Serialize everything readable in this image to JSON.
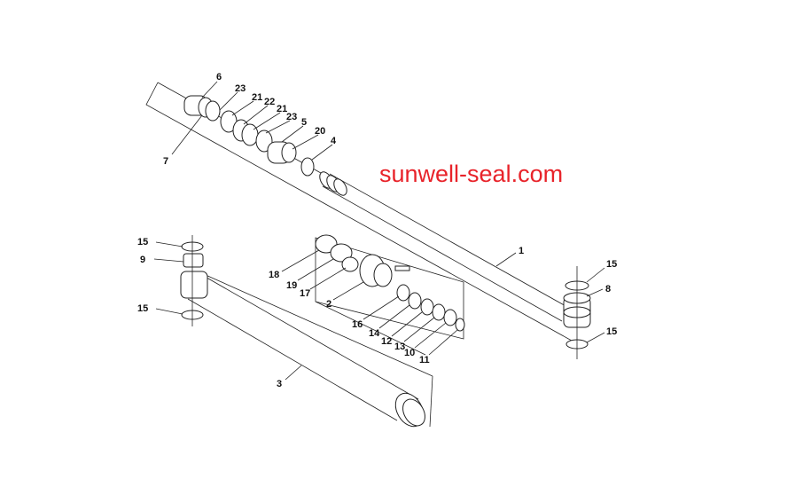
{
  "watermark": "sunwell-seal.com",
  "callouts": {
    "p1": "1",
    "p2": "2",
    "p3": "3",
    "p4": "4",
    "p5": "5",
    "p6": "6",
    "p7": "7",
    "p8": "8",
    "p9": "9",
    "p10": "10",
    "p11": "11",
    "p12": "12",
    "p13": "13",
    "p14": "14",
    "p15a": "15",
    "p15b": "15",
    "p15c": "15",
    "p15d": "15",
    "p16": "16",
    "p17": "17",
    "p18": "18",
    "p19": "19",
    "p20": "20",
    "p21a": "21",
    "p21b": "21",
    "p22": "22",
    "p23a": "23",
    "p23b": "23"
  }
}
